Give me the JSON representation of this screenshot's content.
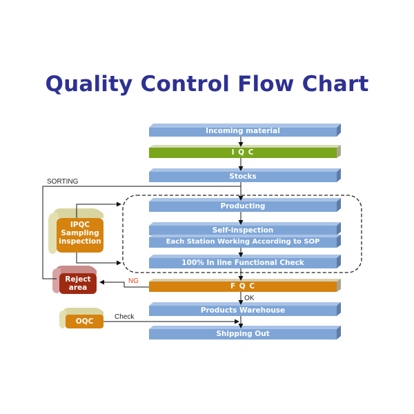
{
  "title": "Quality Control Flow Chart",
  "colors": {
    "title": "#2e3192",
    "blue_bar": "#7ea5d6",
    "green_bar": "#7aa61c",
    "orange_bar": "#d5820f",
    "ipqc_box": "#d5820f",
    "reject_box": "#9e2a12",
    "oqc_box": "#d5820f"
  },
  "flow": {
    "incoming": "Incoming material",
    "iqc": "I Q C",
    "stocks": "Stocks",
    "producting": "Producting",
    "self_inspection": "Self-inspection",
    "each_station": "Each Station Working According to SOP",
    "inline_check": "100% In line Functional Check",
    "fqc": "F Q C",
    "warehouse": "Products Warehouse",
    "shipping": "Shipping Out"
  },
  "side_boxes": {
    "ipqc": [
      "IPQC",
      "Sampling",
      "inspection"
    ],
    "reject": [
      "Reject",
      "area"
    ],
    "oqc": "OQC"
  },
  "labels": {
    "sorting": "SORTING",
    "ng": "NG",
    "ok": "OK",
    "check": "Check"
  }
}
